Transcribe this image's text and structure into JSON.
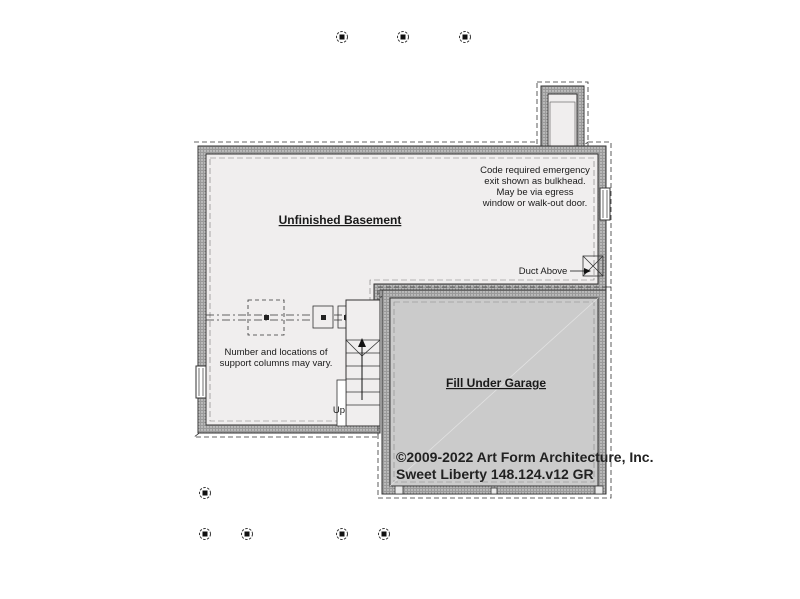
{
  "rooms": {
    "basement": "Unfinished Basement",
    "garage": "Fill Under Garage"
  },
  "notes": {
    "emergency_exit": [
      "Code required emergency",
      "exit shown as bulkhead.",
      "May be via egress",
      "window or walk-out door."
    ],
    "duct": "Duct Above",
    "columns": [
      "Number and locations of",
      "support columns may vary."
    ],
    "stair": "Up"
  },
  "copyright": {
    "line1": "©2009-2022 Art Form Architecture, Inc.",
    "line2": "Sweet Liberty 148.124.v12 GR"
  },
  "colors": {
    "floor": "#f0eeee",
    "garage_fill": "#cbcbcb",
    "wall": "#555555"
  }
}
